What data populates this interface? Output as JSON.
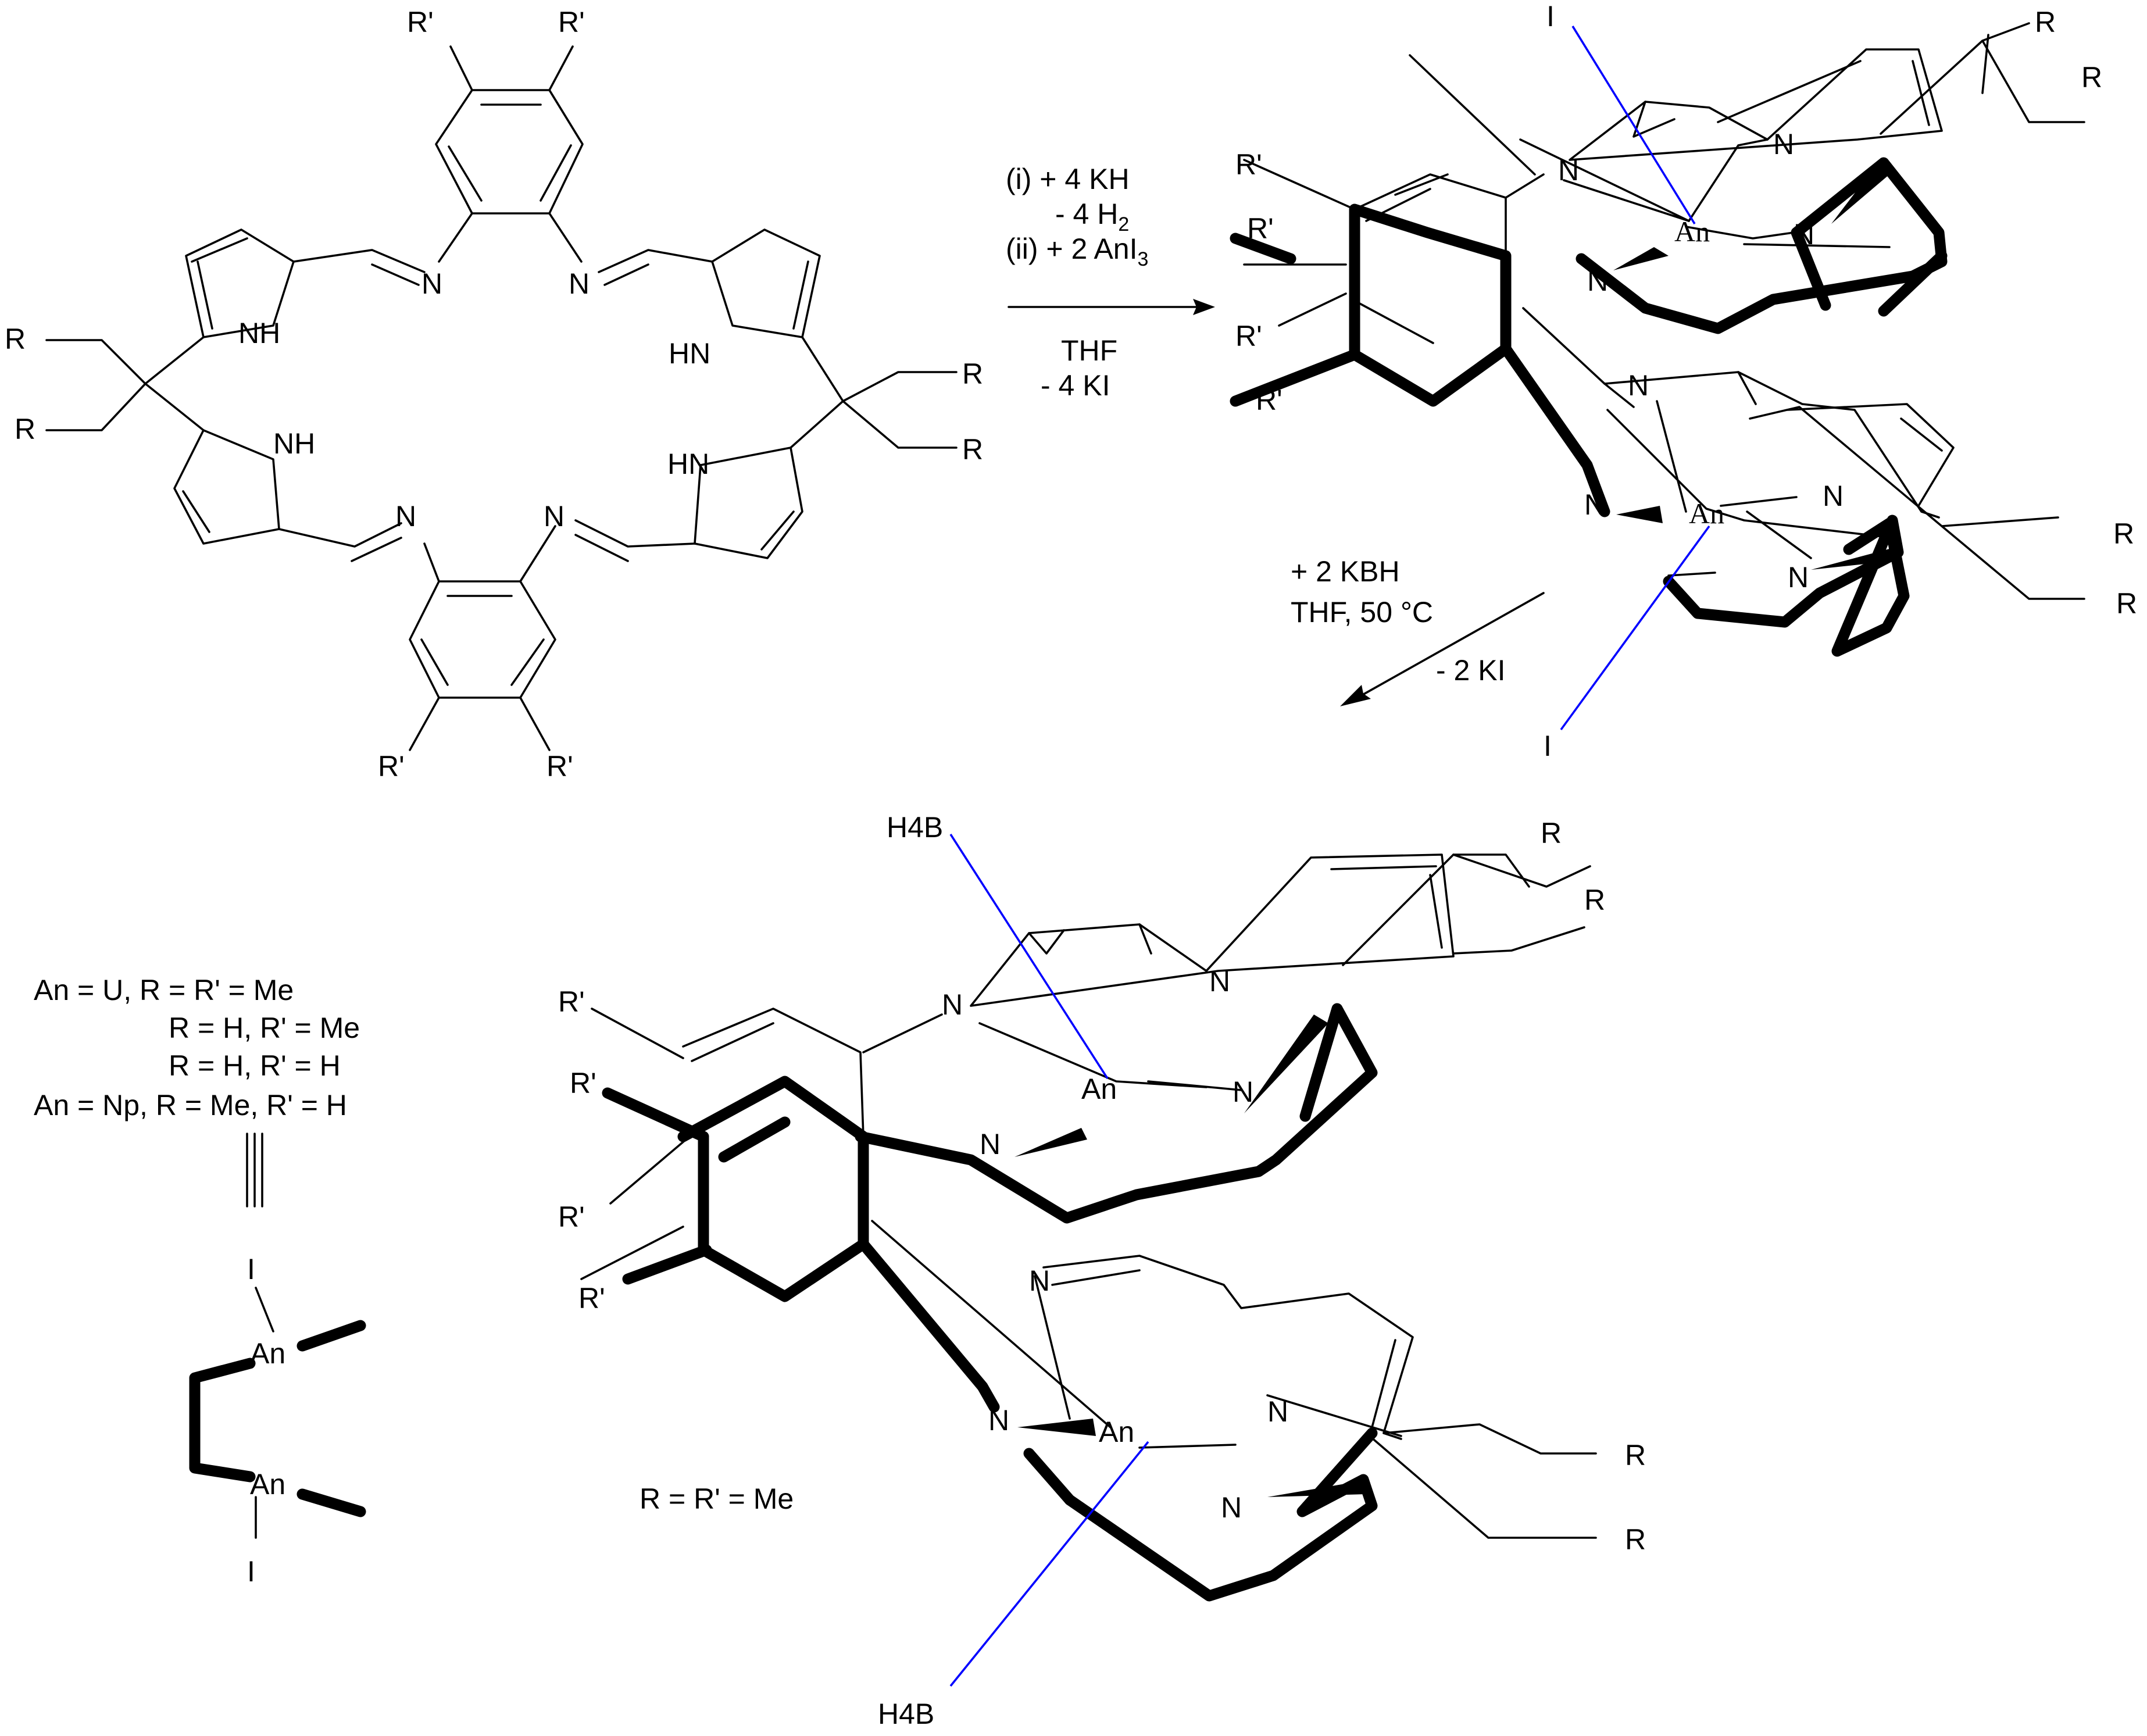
{
  "labels": {
    "r_prime": "R'",
    "r": "R",
    "nh": "NH",
    "hn": "HN",
    "n": "N",
    "an": "An",
    "iodide": "I",
    "h4b": "H4B"
  },
  "step1": {
    "line1": "(i)  + 4 KH",
    "line2": "-  4 H",
    "line2_sub": "2",
    "line3": "(ii) + 2 AnI",
    "line3_sub": "3",
    "solvent": "THF",
    "byproduct": "- 4 KI"
  },
  "step2": {
    "line1": "+ 2 KBH",
    "line2": "THF, 50 °C",
    "byproduct": "- 2 KI"
  },
  "legend": {
    "line1": "An = U,   R = R' = Me",
    "line2": "R = H, R' = Me",
    "line3": "R = H, R' = H",
    "line4": "An = Np, R = Me, R' = H"
  },
  "footnote": "R = R' = Me"
}
